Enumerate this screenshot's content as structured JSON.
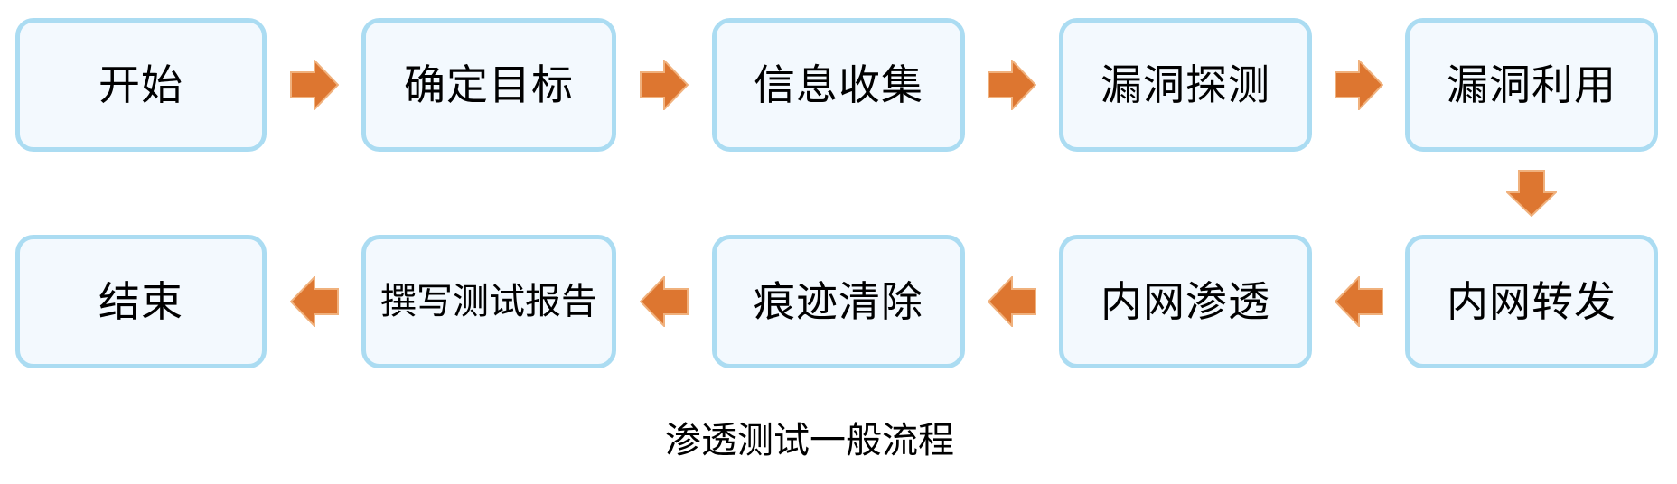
{
  "diagram": {
    "caption": "渗透测试一般流程",
    "top_row": [
      {
        "label": "开始"
      },
      {
        "label": "确定目标"
      },
      {
        "label": "信息收集"
      },
      {
        "label": "漏洞探测"
      },
      {
        "label": "漏洞利用"
      }
    ],
    "bottom_row": [
      {
        "label": "结束"
      },
      {
        "label": "撰写测试报告"
      },
      {
        "label": "痕迹清除"
      },
      {
        "label": "内网渗透"
      },
      {
        "label": "内网转发"
      }
    ],
    "connectors": {
      "top_row_direction": "right",
      "bottom_row_direction": "left",
      "last_column_direction": "down"
    },
    "colors": {
      "box_fill": "#f3f9fe",
      "box_border": "#abdcf2",
      "arrow_fill": "#dd7630",
      "arrow_outline": "#f0b17d",
      "text": "#000000",
      "background": "#ffffff"
    }
  }
}
